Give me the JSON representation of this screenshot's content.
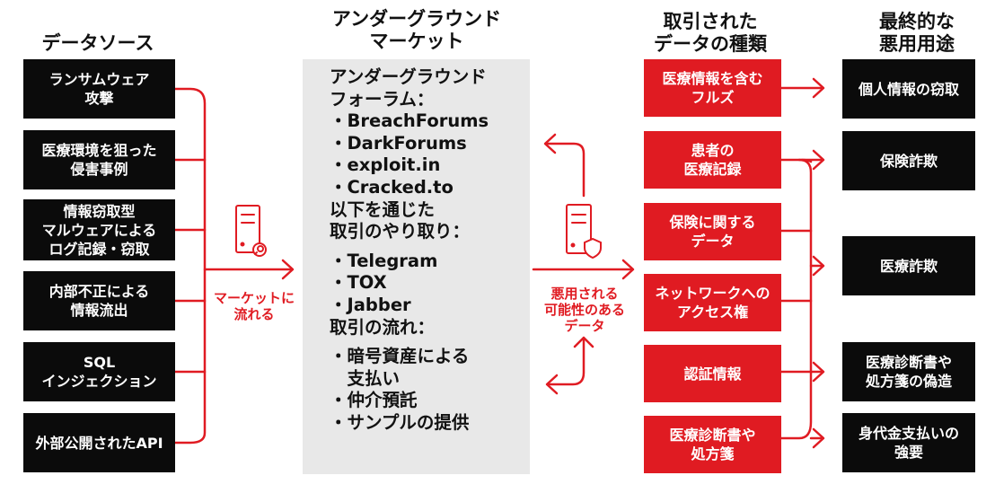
{
  "headings": {
    "sources": "データソース",
    "market": "アンダーグラウンド\nマーケット",
    "data_types": "取引された\nデータの種類",
    "final_use": "最終的な\n悪用用途"
  },
  "sources": [
    "ランサムウェア\n攻撃",
    "医療環境を狙った\n侵害事例",
    "情報窃取型\nマルウェアによる\nログ記録・窃取",
    "内部不正による\n情報流出",
    "SQL\nインジェクション",
    "外部公開されたAPI"
  ],
  "flow_label_left": "マーケットに\n流れる",
  "market_panel": {
    "forums_title": [
      "アンダーグラウンド",
      "フォーラム："
    ],
    "forums": [
      "・BreachForums",
      "・DarkForums",
      "・exploit.in",
      "・Cracked.to"
    ],
    "exchange_title": [
      "以下を通じた",
      "取引のやり取り："
    ],
    "channels": [
      "・Telegram",
      "・TOX",
      "・Jabber"
    ],
    "flow_title": [
      "取引の流れ："
    ],
    "flow_items": [
      "・暗号資産による",
      "　支払い",
      "・仲介預託",
      "・サンプルの提供"
    ]
  },
  "flow_label_right": "悪用される\n可能性のある\nデータ",
  "data_types": [
    "医療情報を含む\nフルズ",
    "患者の\n医療記録",
    "保険に関する\nデータ",
    "ネットワークへの\nアクセス権",
    "認証情報",
    "医療診断書や\n処方箋"
  ],
  "final_uses": [
    "個人情報の窃取",
    "保険詐欺",
    "医療詐欺",
    "医療診断書や\n処方箋の偽造",
    "身代金支払いの\n強要"
  ],
  "colors": {
    "accent": "#e01b22",
    "dark_box": "#0b0b0b",
    "panel": "#e8e8e8"
  },
  "icons": [
    "server-search-icon",
    "server-shield-icon"
  ]
}
